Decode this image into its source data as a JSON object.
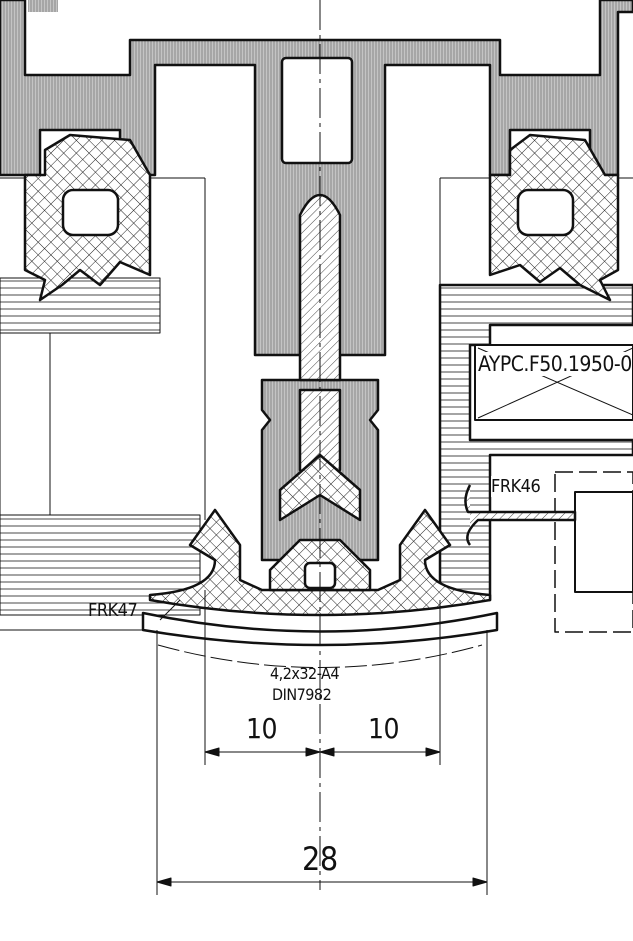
{
  "labels": {
    "profile_code": "AYPC.F50.1950-0",
    "gasket_right": "FRK46",
    "gasket_cover": "FRK47",
    "screw_spec": "4,2x32-A4",
    "screw_standard": "DIN7982"
  },
  "dimensions": {
    "left_half": "10",
    "right_half": "10",
    "total_width": "28"
  },
  "colors": {
    "line": "#111111",
    "profile_fill": "#b8b8b8"
  }
}
